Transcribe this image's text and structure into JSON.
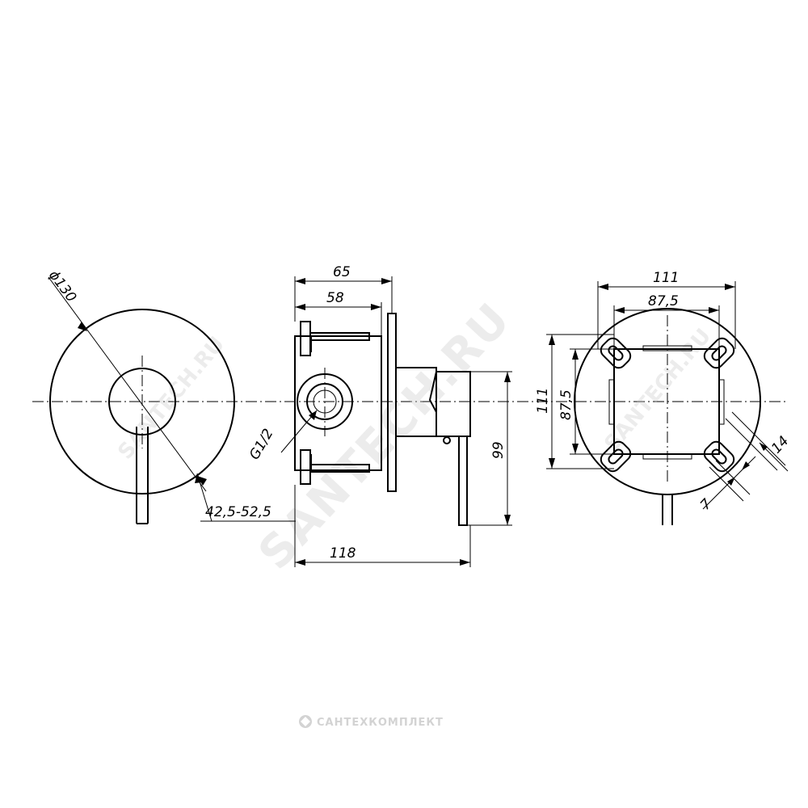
{
  "watermark": {
    "main": "SANTECH.RU",
    "small": "SANTECH.RU",
    "brand": "САНТЕХКОМПЛЕКТ"
  },
  "front_view": {
    "diameter": "ϕ130",
    "handle_range": "42,5-52,5"
  },
  "side_view": {
    "depth_total": "65",
    "depth_box": "58",
    "thread": "G1/2",
    "height": "99",
    "length": "118"
  },
  "mount_view": {
    "width_outer": "111",
    "width_inner": "87,5",
    "height_outer": "111",
    "height_inner": "87,5",
    "slot_length": "14",
    "slot_width": "7"
  },
  "colors": {
    "line": "#000000",
    "watermark": "#c9c9c9",
    "background": "#ffffff"
  }
}
